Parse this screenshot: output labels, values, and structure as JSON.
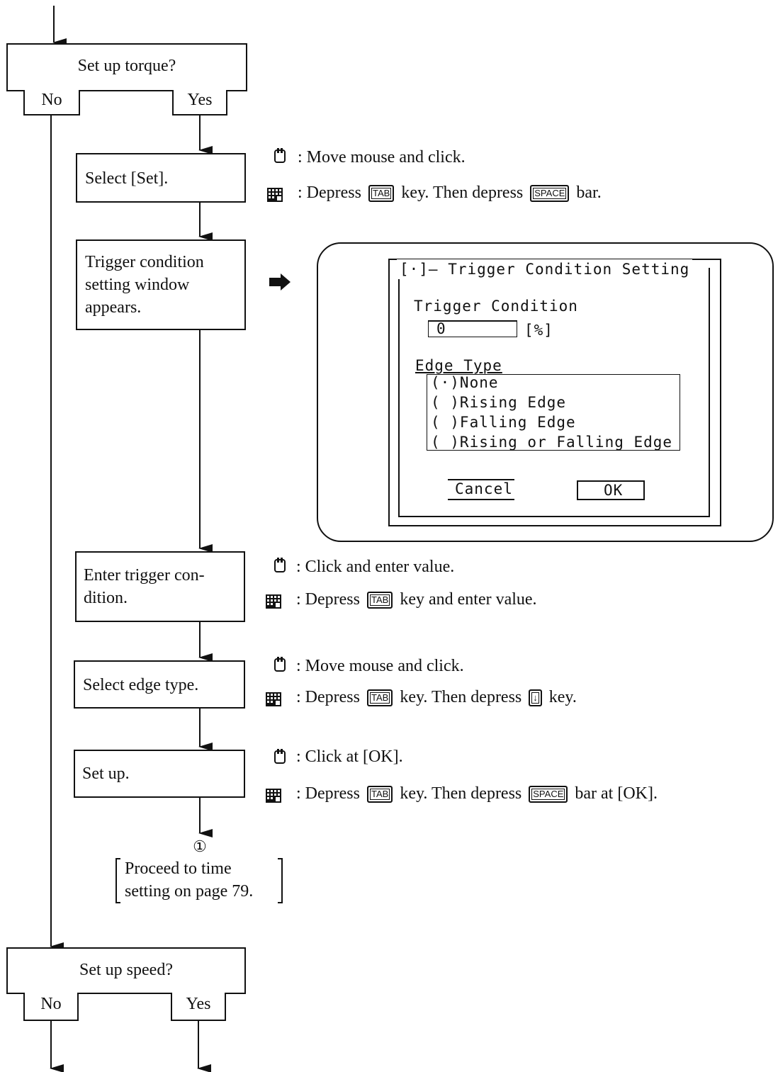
{
  "decisions": [
    {
      "question": "Set up torque?",
      "no": "No",
      "yes": "Yes"
    },
    {
      "question": "Set up speed?",
      "no": "No",
      "yes": "Yes"
    }
  ],
  "steps": [
    {
      "label": "Select [Set].",
      "mouse": ": Move mouse and click.",
      "keyboard": [
        ": Depress ",
        "TAB",
        " key.  Then depress ",
        "SPACE",
        " bar."
      ]
    },
    {
      "label": "Trigger condition setting window appears."
    },
    {
      "label": "Enter trigger con-dition.",
      "mouse": ": Click and enter value.",
      "keyboard": [
        ": Depress ",
        "TAB",
        " key and enter value."
      ]
    },
    {
      "label": "Select edge type.",
      "mouse": ": Move mouse and click.",
      "keyboard": [
        ": Depress ",
        "TAB",
        " key.  Then depress ",
        "↓",
        " key."
      ]
    },
    {
      "label": "Set up.",
      "mouse": ": Click at [OK].",
      "keyboard": [
        ": Depress ",
        "TAB",
        " key.  Then depress ",
        "SPACE",
        " bar at [OK]."
      ]
    }
  ],
  "connector": {
    "symbol": "①",
    "line1": "Proceed to time",
    "line2": "setting on page 79."
  },
  "dialog": {
    "title": "[·]— Trigger Condition Setting",
    "trigger_label": "Trigger Condition",
    "trigger_value": "0",
    "trigger_unit": "[%]",
    "edge_label": "Edge Type",
    "options": [
      "(·)None",
      "( )Rising Edge",
      "( )Falling Edge",
      "( )Rising or Falling Edge"
    ],
    "cancel": "Cancel",
    "ok": "OK"
  }
}
